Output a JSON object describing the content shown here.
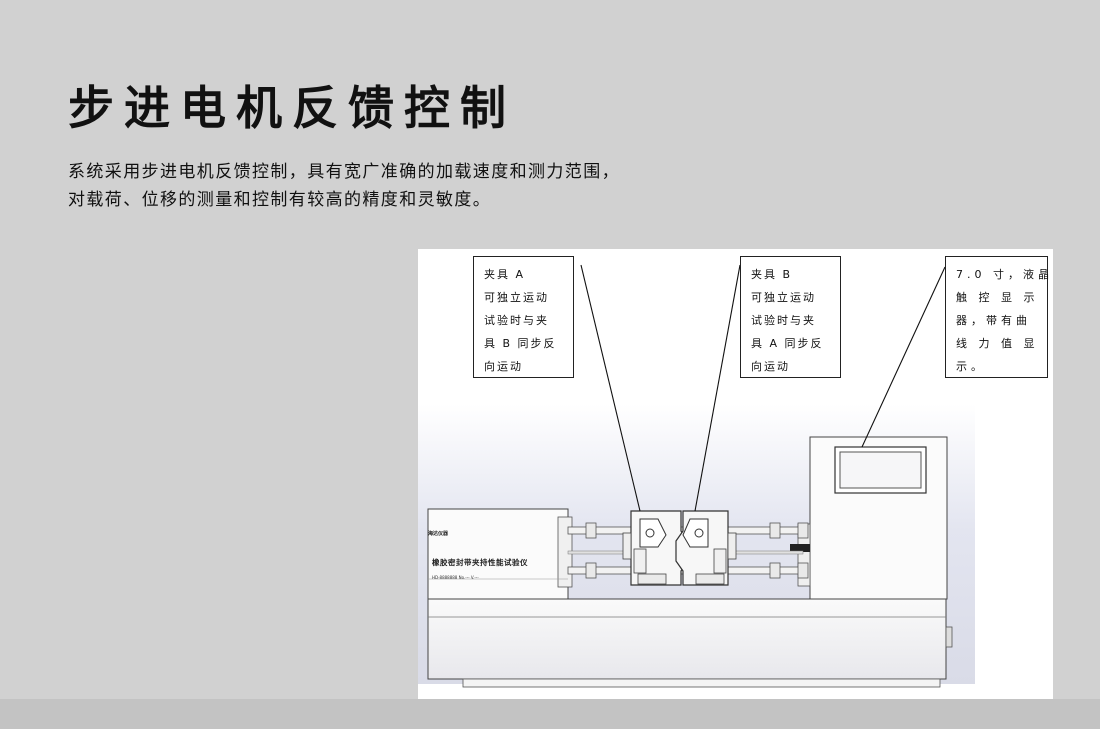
{
  "title": "步进电机反馈控制",
  "description": {
    "line1": "系统采用步进电机反馈控制，具有宽广准确的加载速度和测力范围，",
    "line2": "对载荷、位移的测量和控制有较高的精度和灵敏度。"
  },
  "figure": {
    "callout_a": {
      "lines": [
        "夹具 A",
        "可独立运动",
        "试验时与夹",
        "具 B 同步反",
        "向运动"
      ]
    },
    "callout_b": {
      "lines": [
        "夹具 B",
        "可独立运动",
        "试验时与夹",
        "具 A 同步反",
        "向运动"
      ]
    },
    "callout_c": {
      "lines": [
        "7.0 寸，液晶",
        "触 控 显 示",
        "器，带有曲",
        "线 力 值 显",
        "示。"
      ]
    },
    "plate": {
      "logo": "海达仪器",
      "name": "橡胶密封带夹持性能试验仪",
      "info": "HD-8888888   No.---   V.---"
    }
  }
}
